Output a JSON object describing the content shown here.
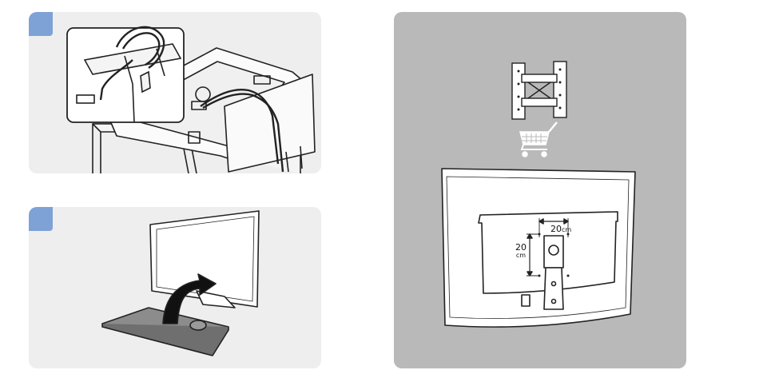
{
  "steps": [
    {
      "id": "step-1"
    },
    {
      "id": "step-2"
    }
  ],
  "wall_mount": {
    "horizontal_value": "20",
    "horizontal_unit": "cm",
    "vertical_value": "20",
    "vertical_unit": "cm"
  },
  "icons": {
    "bracket": "wall-mount-bracket-icon",
    "cart": "shopping-cart-icon"
  },
  "colors": {
    "panel_light": "#eeeeee",
    "panel_dark": "#b9b9b9",
    "step_badge": "#7ea2d6"
  }
}
